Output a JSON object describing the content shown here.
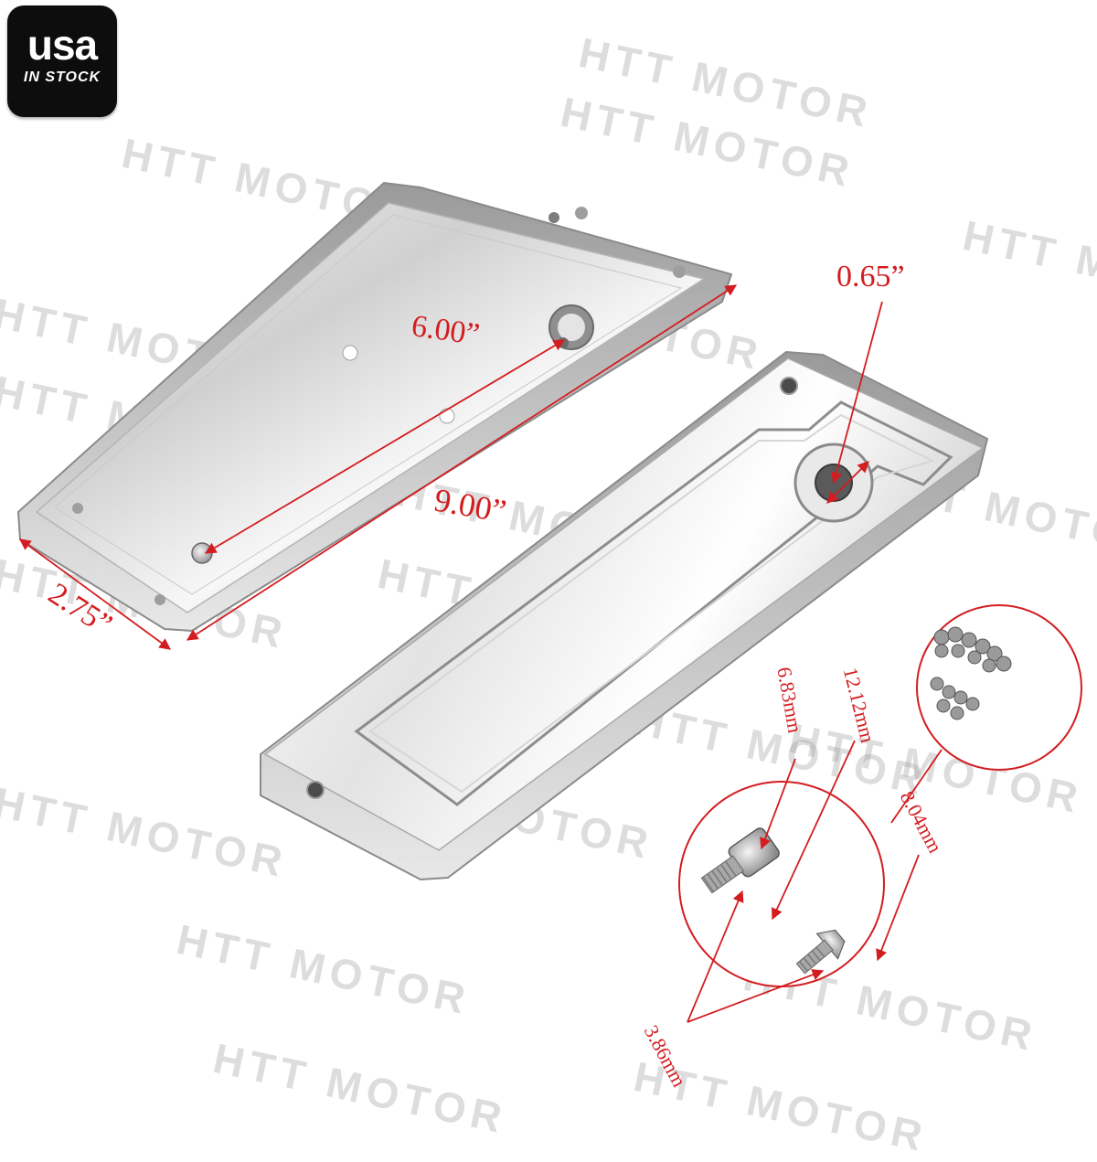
{
  "badge": {
    "line1": "usa",
    "line2": "IN STOCK",
    "background": "#0d0d0d",
    "text_color": "#ffffff"
  },
  "watermark": {
    "text": "HTT MOTOR",
    "icon": "skull-gear-icon",
    "color": "#bdbdbd"
  },
  "dimensions": {
    "plate_width": "2.75”",
    "hole_spacing": "6.00”",
    "plate_length": "9.00”",
    "hole_diameter": "0.65”",
    "screw_head_length": "6.83mm",
    "screw_length": "12.12mm",
    "flat_head_diameter": "8.04mm",
    "thread_diameter": "3.86mm"
  },
  "colors": {
    "dimension_text": "#d31d20",
    "dimension_line": "#d31d20",
    "chrome": "#d9d9d9"
  }
}
